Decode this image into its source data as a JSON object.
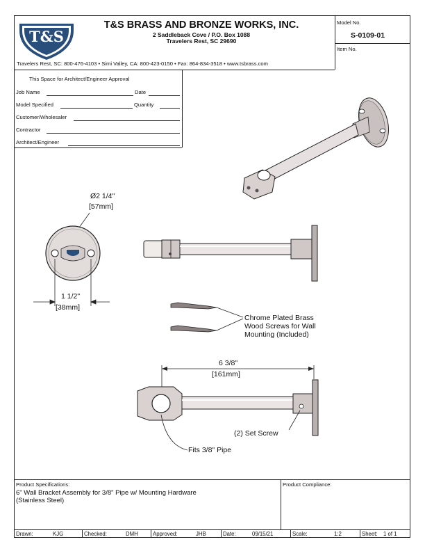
{
  "header": {
    "company": "T&S BRASS AND BRONZE WORKS, INC.",
    "address_line1": "2 Saddleback Cove / P.O. Box 1088",
    "address_line2": "Travelers Rest, SC  29690",
    "contact_line": "Travelers Rest, SC: 800-476-4103 • Simi Valley, CA: 800-423-0150 • Fax: 864-834-3518 • www.tsbrass.com",
    "logo_text": "T&S",
    "model_no_label": "Model No.",
    "model_no": "S-0109-01",
    "item_no_label": "Item No."
  },
  "approval": {
    "title": "This Space for Architect/Engineer Approval",
    "fields": {
      "job_name": "Job Name",
      "date": "Date",
      "model_specified": "Model Specified",
      "quantity": "Quantity",
      "customer": "Customer/Wholesaler",
      "contractor": "Contractor",
      "architect": "Architect/Engineer"
    }
  },
  "drawing": {
    "flange_dia": "Ø2 1/4\"",
    "flange_dia_mm": "57mm",
    "hole_spacing": "1 1/2\"",
    "hole_spacing_mm": "38mm",
    "screws_note": [
      "Chrome Plated Brass",
      "Wood Screws for Wall",
      "Mounting (Included)"
    ],
    "length": "6 3/8\"",
    "length_mm": "161mm",
    "set_screw_note": "(2) Set Screw",
    "fits_note": "Fits 3/8\" Pipe"
  },
  "specs": {
    "label": "Product Specifications:",
    "line1": "6\" Wall Bracket Assembly for 3/8\" Pipe w/ Mounting Hardware",
    "line2": "(Stainless Steel)",
    "compliance_label": "Product Compliance:"
  },
  "footer": {
    "drawn_label": "Drawn:",
    "drawn": "KJG",
    "checked_label": "Checked:",
    "checked": "DMH",
    "approved_label": "Approved:",
    "approved": "JHB",
    "date_label": "Date:",
    "date": "09/15/21",
    "scale_label": "Scale:",
    "scale": "1:2",
    "sheet_label": "Sheet:",
    "sheet": "1  of  1"
  },
  "colors": {
    "logo_blue": "#2a4e7c",
    "steel_light": "#e8e4e3",
    "steel_mid": "#b9b1b0",
    "steel_dark": "#6e6564",
    "line": "#222222"
  }
}
